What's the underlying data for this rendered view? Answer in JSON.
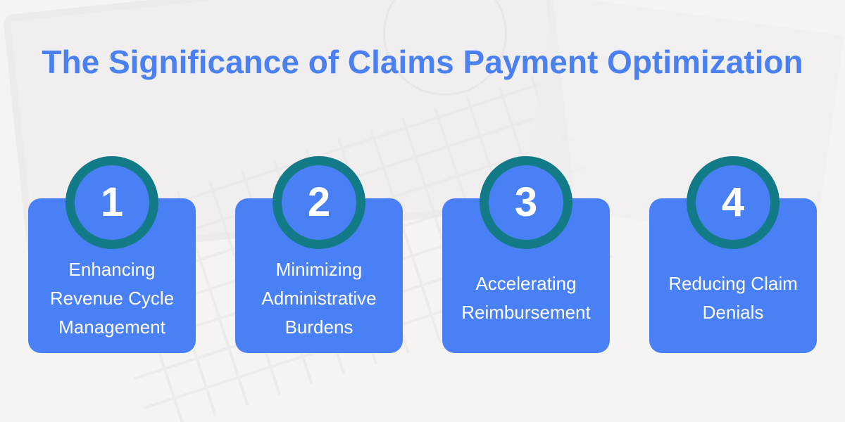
{
  "title": "The Significance of Claims Payment Optimization",
  "cards": [
    {
      "number": "1",
      "label": "Enhancing Revenue Cycle Management"
    },
    {
      "number": "2",
      "label": "Minimizing Administrative Burdens"
    },
    {
      "number": "3",
      "label": "Accelerating Reimbursement"
    },
    {
      "number": "4",
      "label": "Reducing Claim Denials"
    }
  ],
  "colors": {
    "title": "#4a80f0",
    "card": "#4a80f5",
    "ring": "#137b87",
    "background": "#f6f3f3"
  }
}
